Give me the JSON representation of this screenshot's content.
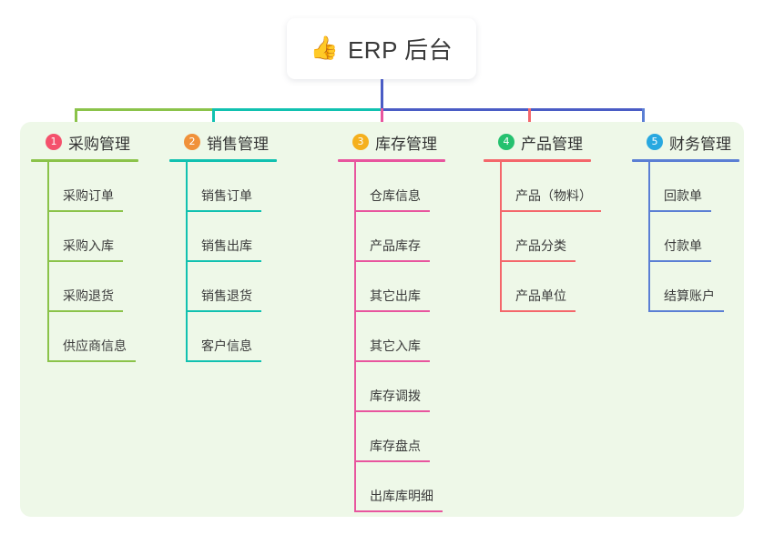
{
  "root": {
    "icon": "thumbs-up-icon",
    "emoji": "👍",
    "title": "ERP 后台"
  },
  "colors": {
    "panel_background": "#eef8e8",
    "page_background": "#ffffff",
    "root_stem": "#4a5cc5",
    "bus_segment_1": "#8bc34a",
    "bus_segment_2": "#11c1b0",
    "bus_segment_3": "#4a5cc5"
  },
  "branches": [
    {
      "index": "1",
      "title": "采购管理",
      "badge_color": "#f4516c",
      "line_color": "#8bc34a",
      "items": [
        {
          "label": "采购订单"
        },
        {
          "label": "采购入库"
        },
        {
          "label": "采购退货"
        },
        {
          "label": "供应商信息"
        }
      ]
    },
    {
      "index": "2",
      "title": "销售管理",
      "badge_color": "#f0913a",
      "line_color": "#11c1b0",
      "items": [
        {
          "label": "销售订单"
        },
        {
          "label": "销售出库"
        },
        {
          "label": "销售退货"
        },
        {
          "label": "客户信息"
        }
      ]
    },
    {
      "index": "3",
      "title": "库存管理",
      "badge_color": "#f5b01d",
      "line_color": "#e8559e",
      "items": [
        {
          "label": "仓库信息"
        },
        {
          "label": "产品库存"
        },
        {
          "label": "其它出库"
        },
        {
          "label": "其它入库"
        },
        {
          "label": "库存调拨"
        },
        {
          "label": "库存盘点"
        },
        {
          "label": "出库库明细"
        }
      ]
    },
    {
      "index": "4",
      "title": "产品管理",
      "badge_color": "#25c16f",
      "line_color": "#f4676b",
      "items": [
        {
          "label": "产品（物料）"
        },
        {
          "label": "产品分类"
        },
        {
          "label": "产品单位"
        }
      ]
    },
    {
      "index": "5",
      "title": "财务管理",
      "badge_color": "#28a8e0",
      "line_color": "#5b7fd4",
      "items": [
        {
          "label": "回款单"
        },
        {
          "label": "付款单"
        },
        {
          "label": "结算账户"
        }
      ]
    }
  ]
}
